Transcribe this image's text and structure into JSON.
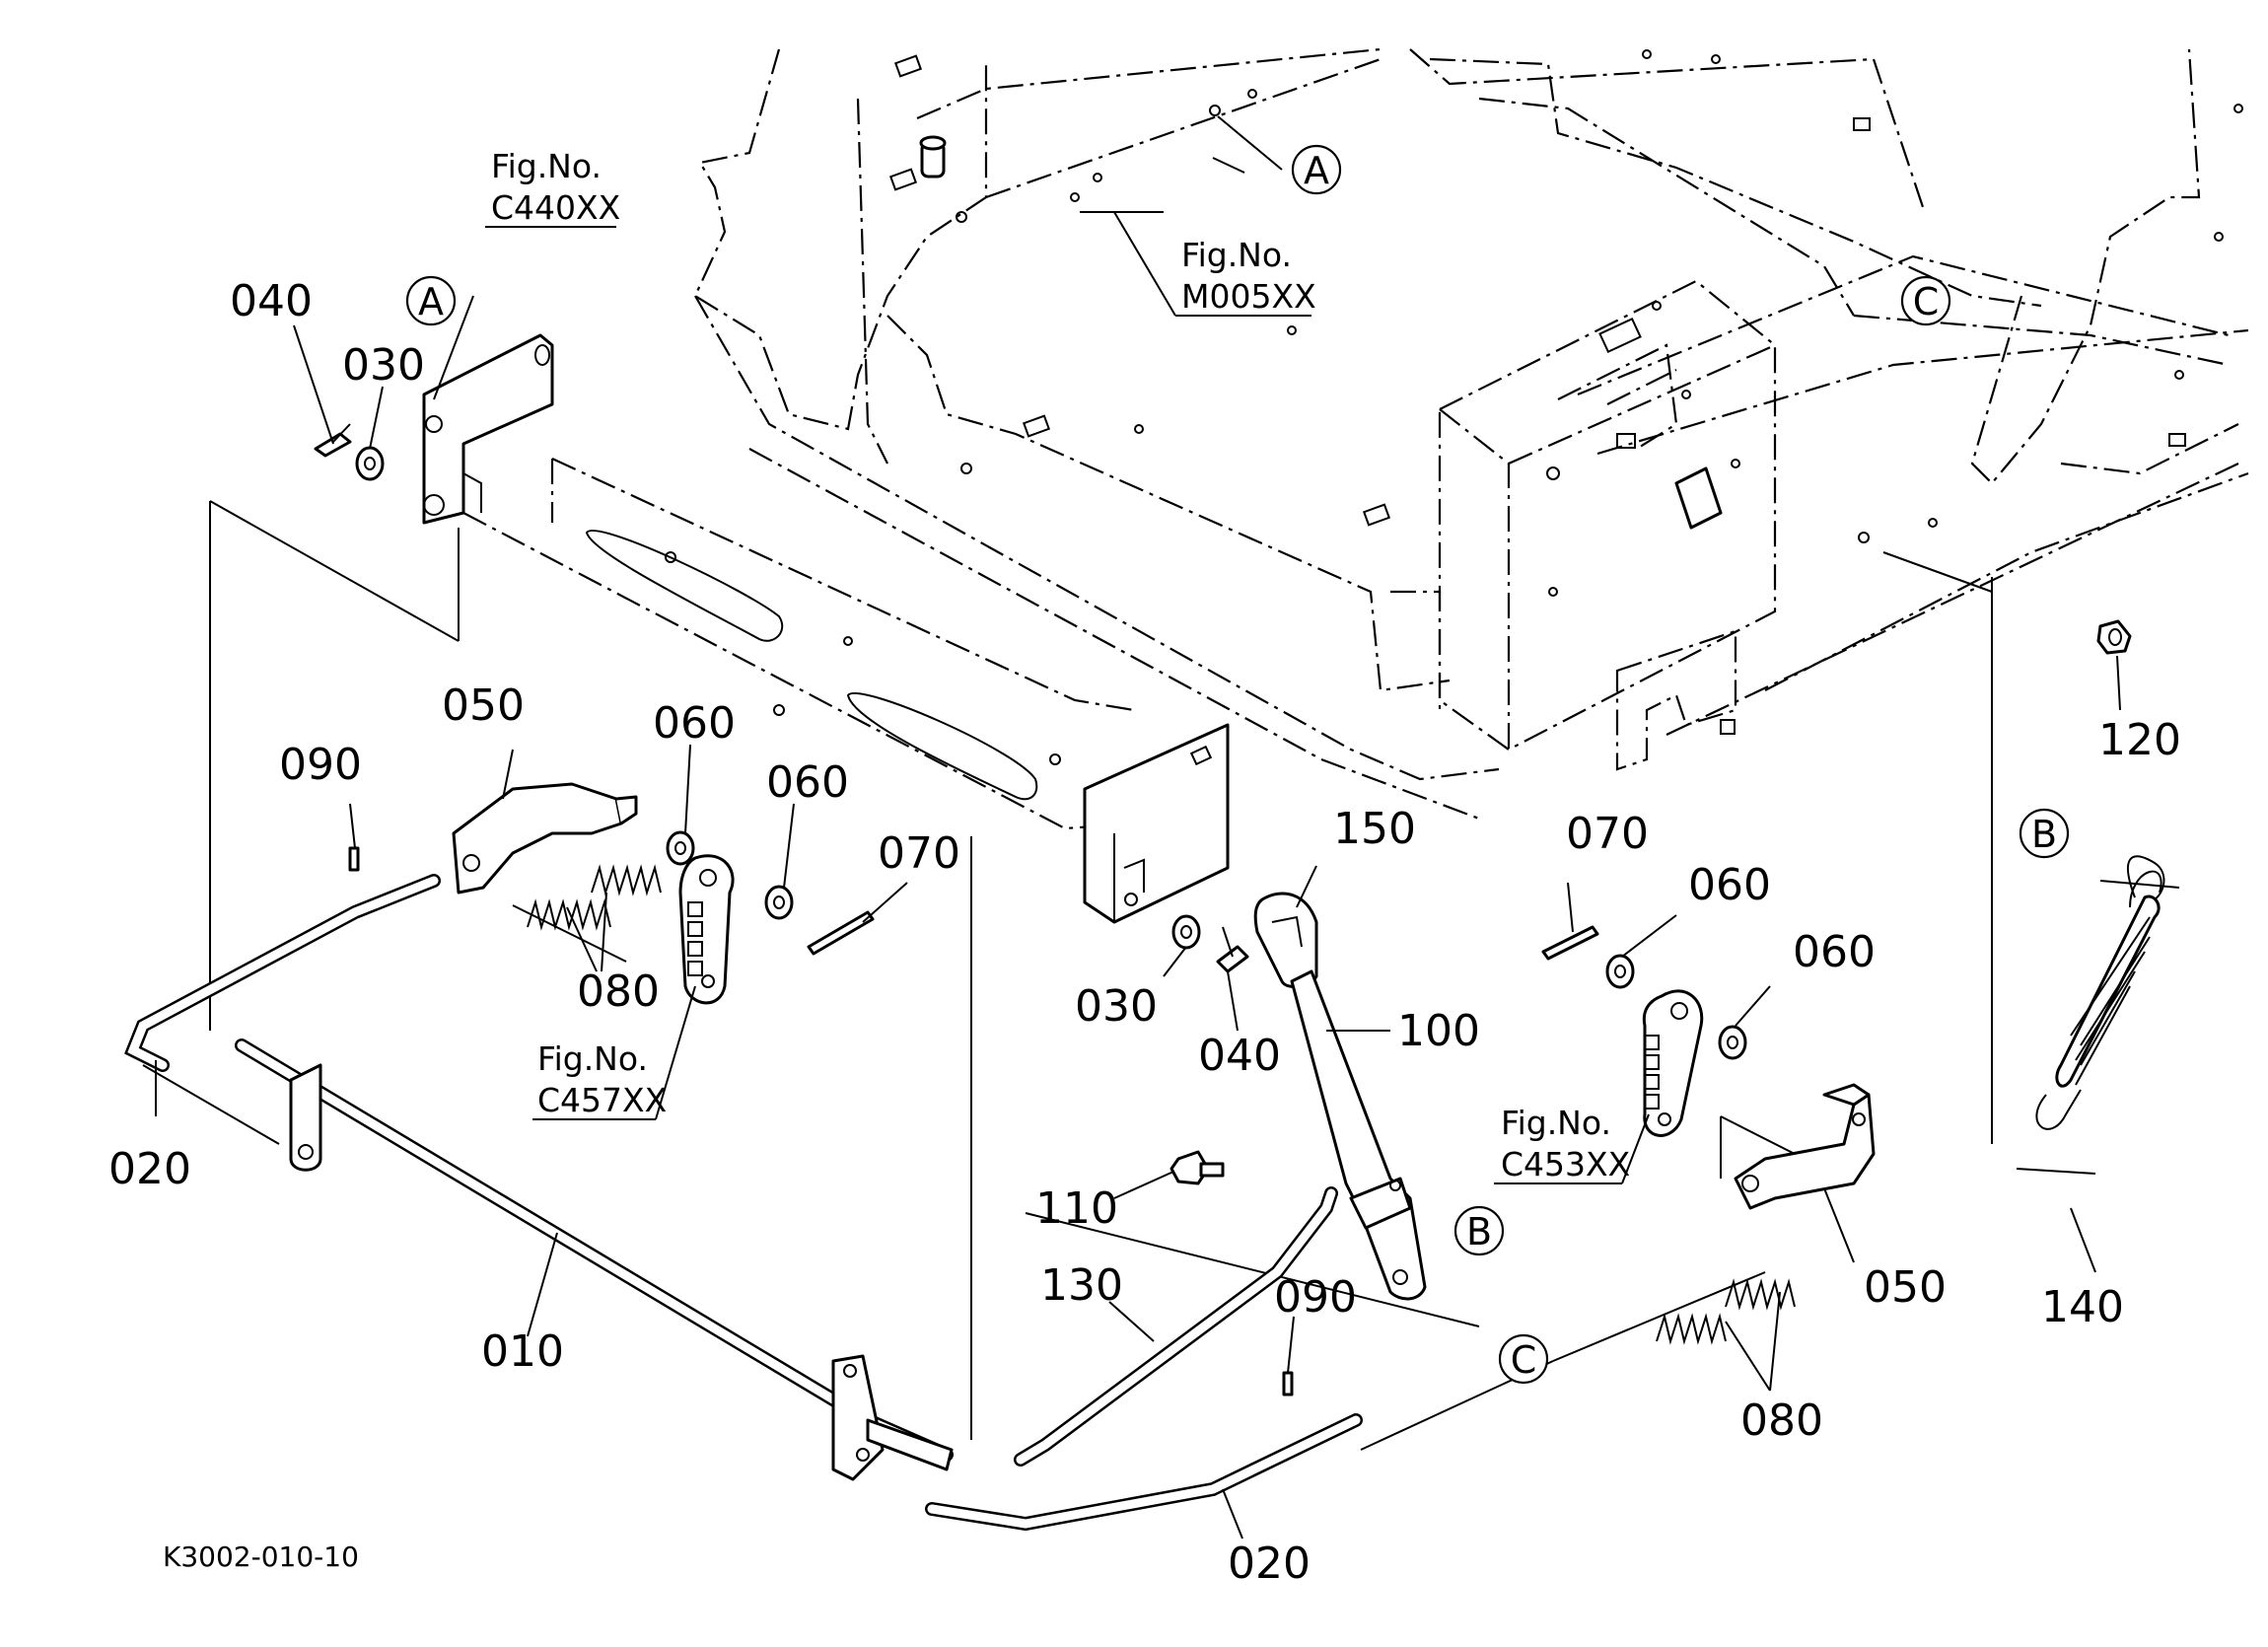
{
  "drawing_code": "K3002-010-10",
  "fig_refs": [
    {
      "line1": "Fig.No.",
      "line2": "C440XX"
    },
    {
      "line1": "Fig.No.",
      "line2": "M005XX"
    },
    {
      "line1": "Fig.No.",
      "line2": "C457XX"
    },
    {
      "line1": "Fig.No.",
      "line2": "C453XX"
    }
  ],
  "ref_letters": [
    "A",
    "A",
    "C",
    "B",
    "B",
    "C"
  ],
  "part_labels": [
    "040",
    "030",
    "050",
    "060",
    "060",
    "070",
    "090",
    "080",
    "020",
    "010",
    "030",
    "040",
    "150",
    "100",
    "110",
    "130",
    "090",
    "020",
    "070",
    "060",
    "060",
    "050",
    "080",
    "120",
    "140"
  ]
}
